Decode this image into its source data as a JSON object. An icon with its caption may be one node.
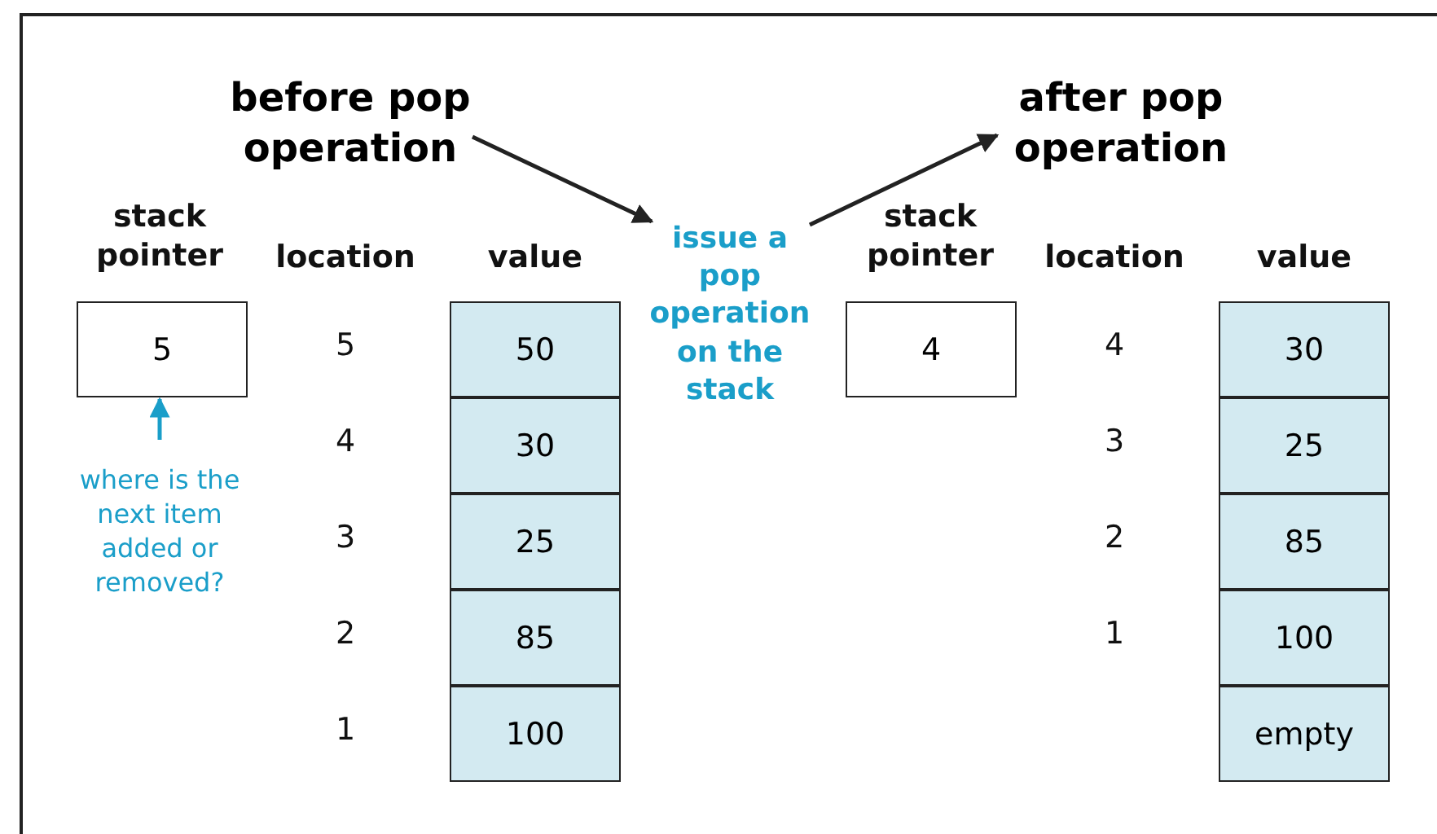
{
  "diagram": {
    "nodes": [
      {
        "text": [
          "before pop operation"
        ]
      },
      {
        "text": [
          "issue a pop operation on the stack"
        ]
      },
      {
        "text": [
          "after pop operation"
        ]
      },
      {
        "text": [
          "5"
        ]
      },
      {
        "text": [
          "4"
        ]
      },
      {
        "text": [
          "where is the next item added or removed?"
        ]
      },
      {
        "text": [
          "50"
        ]
      },
      {
        "text": [
          "30"
        ]
      },
      {
        "text": [
          "25"
        ]
      },
      {
        "text": [
          "85"
        ]
      },
      {
        "text": [
          "100"
        ]
      },
      {
        "text": [
          "30"
        ]
      },
      {
        "text": [
          "25"
        ]
      },
      {
        "text": [
          "85"
        ]
      },
      {
        "text": [
          "100"
        ]
      },
      {
        "text": [
          "empty"
        ]
      }
    ],
    "edges": [
      {
        "from": 0,
        "to": 1,
        "arrow": "to"
      },
      {
        "from": 1,
        "to": 2,
        "arrow": "to"
      },
      {
        "from": 5,
        "to": 3,
        "arrow": "to",
        "color": "#1a9ec9"
      }
    ],
    "labels": [
      "stack pointer",
      "location",
      "value",
      "stack pointer",
      "location",
      "value",
      "5",
      "4",
      "3",
      "2",
      "1",
      "4",
      "3",
      "2",
      "1"
    ]
  }
}
